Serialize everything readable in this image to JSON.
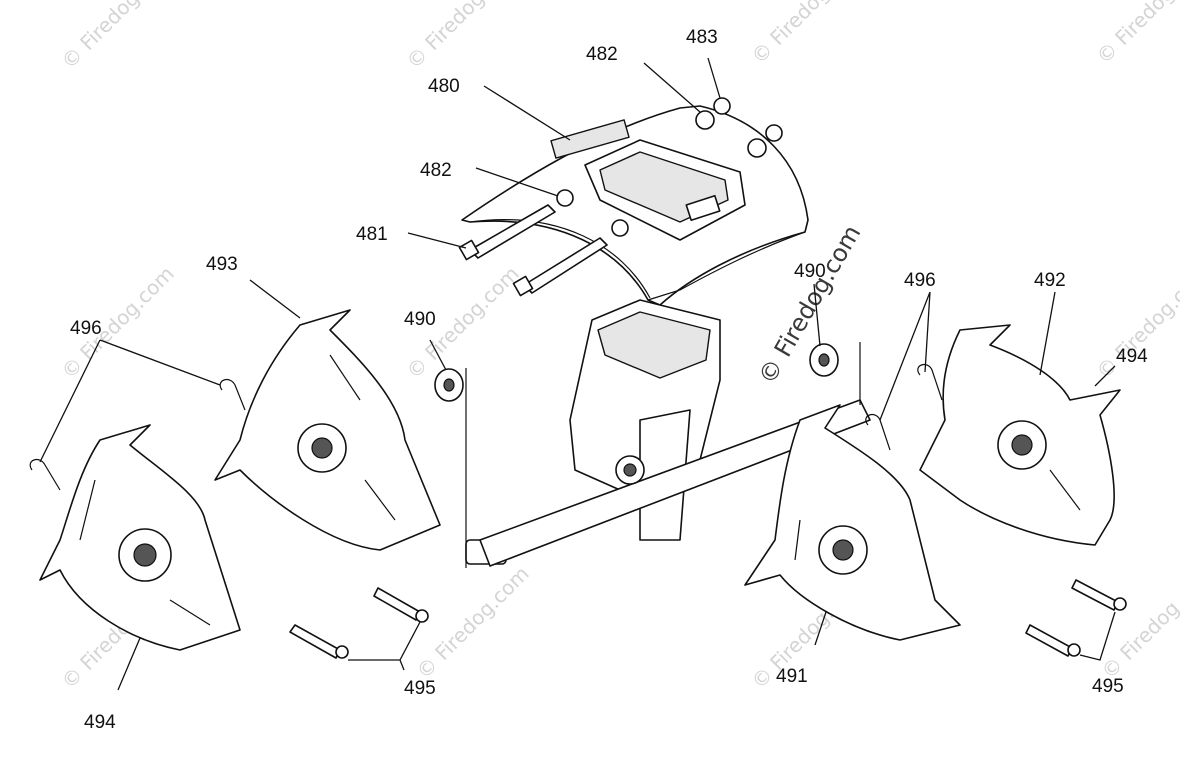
{
  "watermark": {
    "text": "© Firedog.com",
    "center_text": "© Firedog.com",
    "color": "#d4d4d4"
  },
  "callouts": {
    "c480": "480",
    "c481": "481",
    "c482_top": "482",
    "c482_mid": "482",
    "c483": "483",
    "c490_left": "490",
    "c490_right": "490",
    "c491": "491",
    "c492": "492",
    "c493": "493",
    "c494_left": "494",
    "c494_right": "494",
    "c495_left": "495",
    "c495_right": "495",
    "c496_left": "496",
    "c496_right": "496"
  }
}
